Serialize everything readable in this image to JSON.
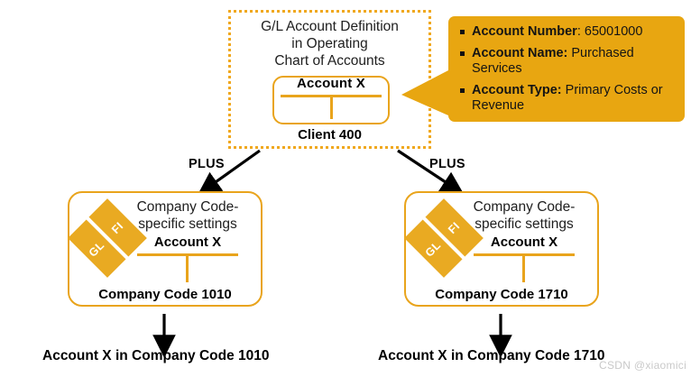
{
  "colors": {
    "accent_orange": "#E9A41C",
    "callout_bg": "#E8A611",
    "dotted_border": "#F0A81E",
    "diamond_fill": "#E9AA22",
    "arrow_black": "#000000",
    "watermark_gray": "#c9c9c9"
  },
  "top_group": {
    "title": "G/L Account Definition\nin Operating\nChart of Accounts",
    "account_box_label": "Account X",
    "client_label": "Client 400"
  },
  "callout": {
    "items": [
      {
        "label": "Account Number",
        "separator": ": ",
        "value": "65001000"
      },
      {
        "label": "Account Name:",
        "separator": " ",
        "value": "Purchased Services"
      },
      {
        "label": "Account Type:",
        "separator": " ",
        "value": "Primary Costs or Revenue"
      }
    ]
  },
  "connectors": {
    "plus_left": "PLUS",
    "plus_right": "PLUS"
  },
  "company_codes": [
    {
      "title": "Company Code-\nspecific settings",
      "account_label": "Account X",
      "code_label": "Company Code 1010",
      "diamond": {
        "top": "FI",
        "bottom": "GL"
      },
      "caption": "Account X in Company Code 1010"
    },
    {
      "title": "Company Code-\nspecific settings",
      "account_label": "Account X",
      "code_label": "Company Code 1710",
      "diamond": {
        "top": "FI",
        "bottom": "GL"
      },
      "caption": "Account X in Company Code 1710"
    }
  ],
  "watermark": "CSDN @xiaomici"
}
